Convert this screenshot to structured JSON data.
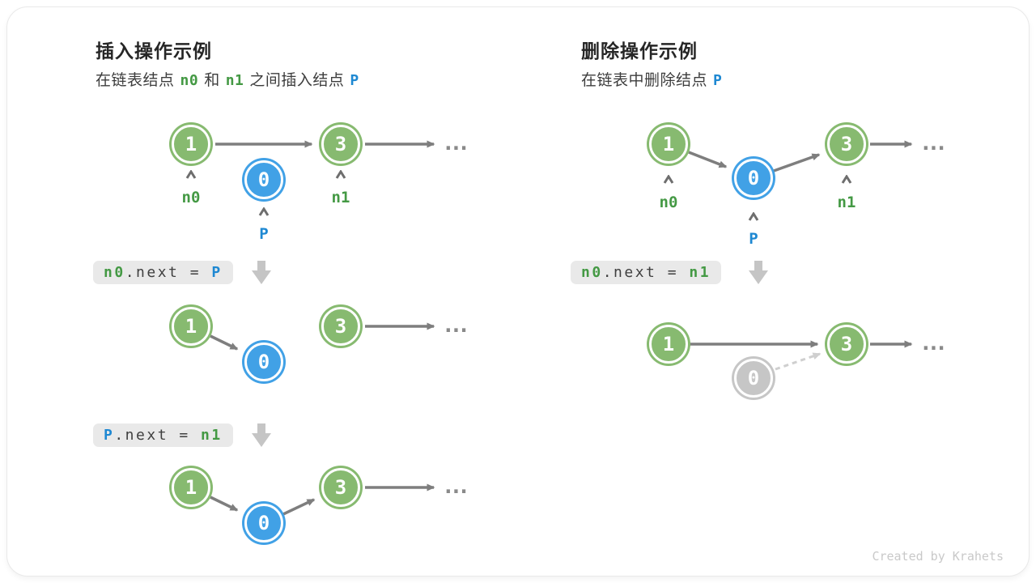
{
  "panels": {
    "insert": {
      "title": "插入操作示例",
      "subtitle": {
        "part1": "在链表结点",
        "token1": "n0",
        "part2": "和",
        "token2": "n1",
        "part3": "之间插入结点",
        "token3": "P"
      }
    },
    "delete": {
      "title": "删除操作示例",
      "subtitle": {
        "part1": "在链表中删除结点",
        "token1": "P"
      }
    }
  },
  "node_values": {
    "first": "1",
    "second": "3",
    "inserted": "0"
  },
  "pointer_labels": {
    "n0": "n0",
    "n1": "n1",
    "p": "P"
  },
  "code": {
    "insert_step1": {
      "lhs": "n0",
      "mid": ".next = ",
      "rhs": "P"
    },
    "insert_step2": {
      "lhs": "P",
      "mid": ".next = ",
      "rhs": "n1"
    },
    "delete_step1": {
      "lhs": "n0",
      "mid": ".next = ",
      "rhs": "n1"
    }
  },
  "ellipsis": "...",
  "watermark": "Created by Krahets",
  "colors": {
    "node_green": "#87BA70",
    "node_blue": "#41A1E6",
    "node_gray": "#C6C6C6",
    "label_green": "#449944",
    "label_blue": "#1E88D2",
    "arrow_gray": "#7E7E7E",
    "dashed_arrow_gray": "#CFCFCF",
    "block_arrow_gray": "#C5C5C5",
    "code_background": "#E9E9E9",
    "code_text": "#3F3F3F",
    "watermark_gray": "#C9C9C9"
  }
}
